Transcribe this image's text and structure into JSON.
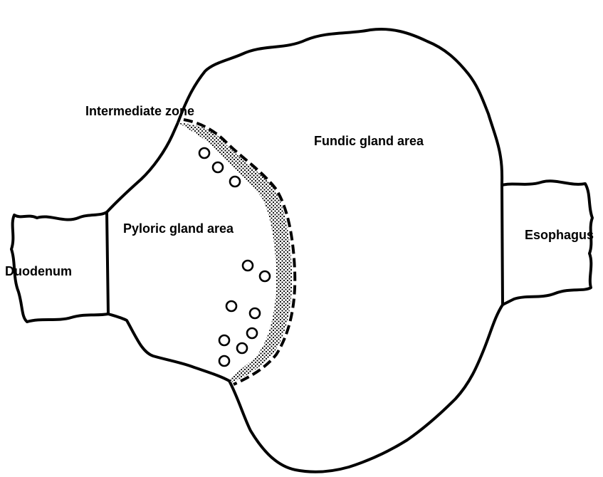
{
  "labels": {
    "intermediate_zone": "Intermediate zone",
    "fundic_gland_area": "Fundic gland area",
    "pyloric_gland_area": "Pyloric gland area",
    "duodenum": "Duodenum",
    "esophagus": "Esophagus"
  },
  "colors": {
    "line": "#000000",
    "background": "#ffffff"
  }
}
